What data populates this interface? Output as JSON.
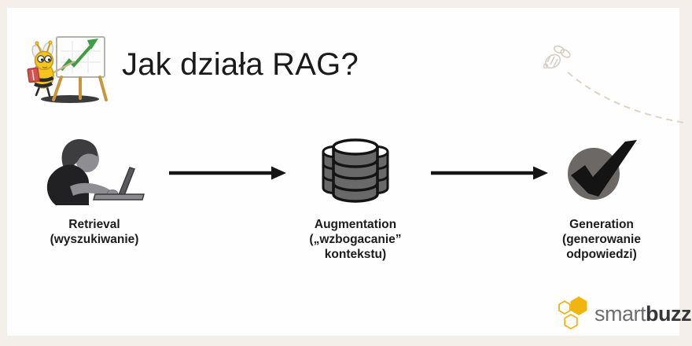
{
  "header": {
    "title": "Jak działa RAG?"
  },
  "steps": [
    {
      "name": "retrieval",
      "icon": "person-laptop-icon",
      "label": "Retrieval",
      "sublines": [
        "(wyszukiwanie)"
      ]
    },
    {
      "name": "augmentation",
      "icon": "database-icon",
      "label": "Augmentation",
      "sublines": [
        "(„wzbogacanie”",
        "kontekstu)"
      ]
    },
    {
      "name": "generation",
      "icon": "check-circle-icon",
      "label": "Generation",
      "sublines": [
        "(generowanie",
        "odpowiedzi)"
      ]
    }
  ],
  "logo": {
    "smart": "smart",
    "buzz": "buzz"
  },
  "colors": {
    "frame_cream": "#f4efe8",
    "card_white": "#fefefe",
    "ink_black": "#141414",
    "database_gray": "#696969",
    "check_circle_gray": "#6b6866",
    "logo_gold": "#f2b411",
    "logo_smart_gray": "#6d6e71",
    "logo_buzz_dark": "#363738",
    "flight_trail_beige": "#ddd3c6",
    "chart_green": "#3f9e44",
    "book_red": "#d4524e"
  }
}
